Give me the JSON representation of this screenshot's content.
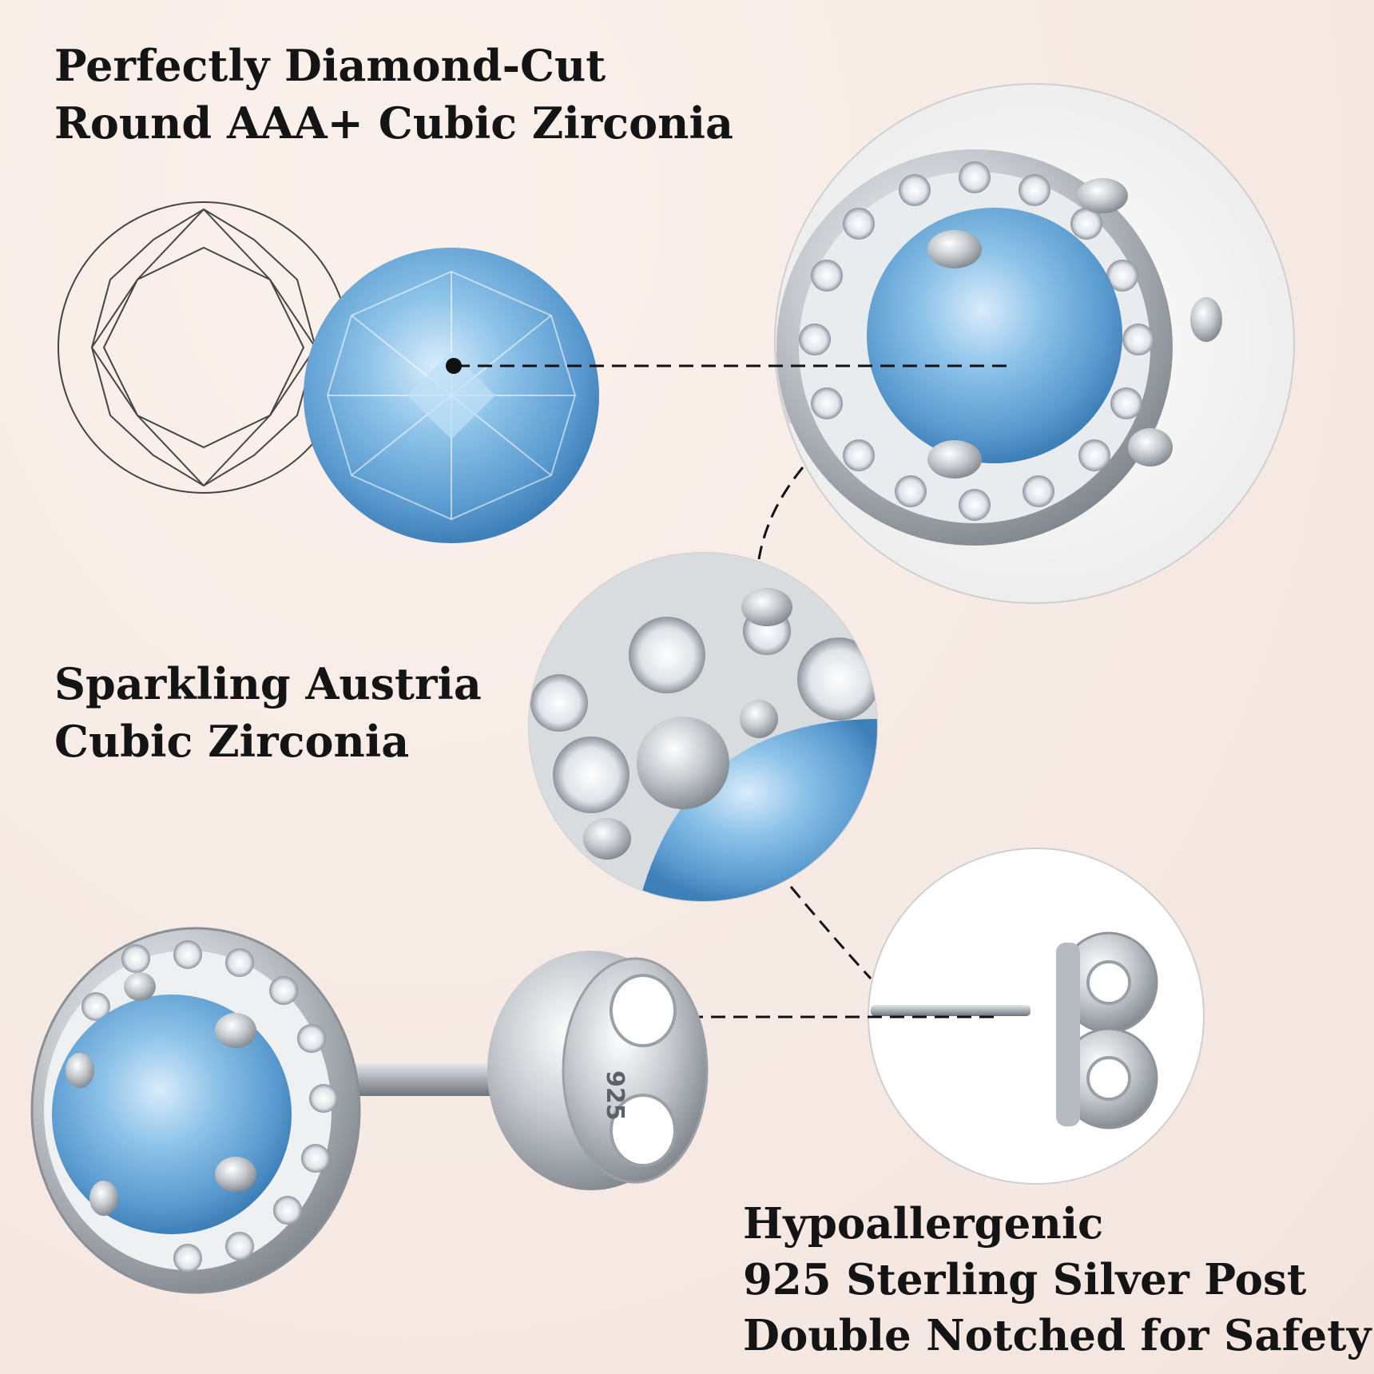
{
  "features": [
    {
      "lines": [
        "Perfectly Diamond-Cut",
        "Round AAA+ Cubic Zirconia"
      ]
    },
    {
      "lines": [
        "Sparkling Austria",
        "Cubic Zirconia"
      ]
    },
    {
      "lines": [
        "Hypoallergenic",
        "925 Sterling Silver Post",
        "Double Notched for Safety"
      ]
    }
  ],
  "post_stamp": "925",
  "colors": {
    "background": "#f7ebe5",
    "text": "#141414",
    "gem_blue": "#7fb6df",
    "silver": "#c9cdd2",
    "dashed_line": "#111111"
  },
  "icons": [
    "gem-outline-diagram",
    "blue-gem",
    "stud-earring",
    "earring-back-butterfly"
  ]
}
